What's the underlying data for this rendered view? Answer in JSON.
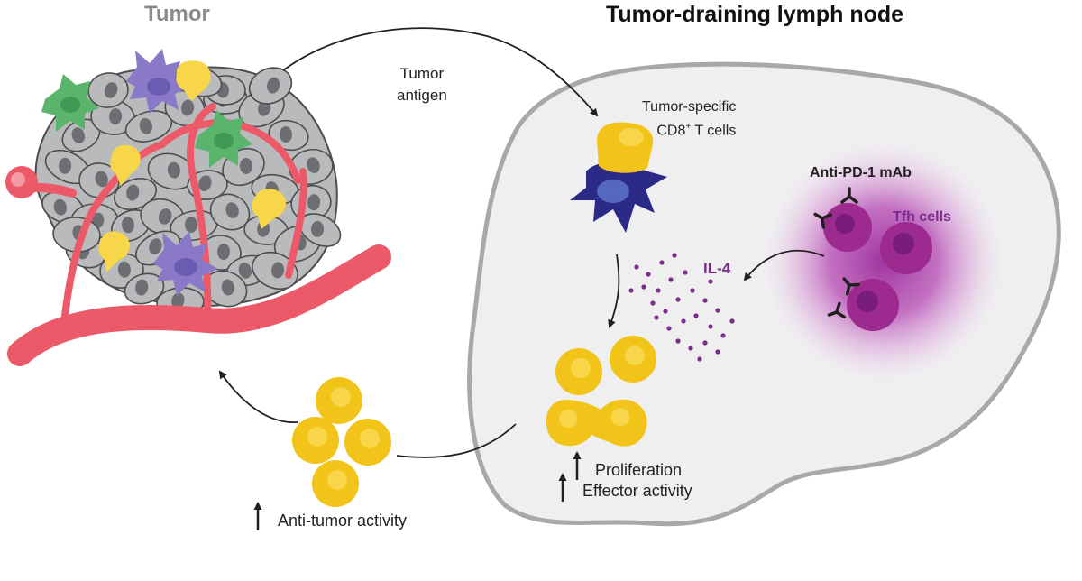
{
  "titles": {
    "tumor": "Tumor",
    "lymph_node": "Tumor-draining lymph node"
  },
  "labels": {
    "tumor_antigen_line1": "Tumor",
    "tumor_antigen_line2": "antigen",
    "cd8_line1": "Tumor-specific",
    "cd8_line2_pre": "CD8",
    "cd8_line2_sup": "+",
    "cd8_line2_post": " T cells",
    "anti_pd1": "Anti-PD-1 mAb",
    "tfh_cells": "Tfh cells",
    "il4": "IL-4",
    "proliferation": "Proliferation",
    "effector_activity": "Effector activity",
    "anti_tumor_activity": "Anti-tumor activity"
  },
  "colors": {
    "tumor_cell": "#b9babc",
    "tumor_nucleus": "#6d6e71",
    "vessel": "#ec5a6a",
    "t_cell": "#f2c318",
    "t_cell_core": "#f7d64a",
    "dendritic_purple": "#8a79c6",
    "dendritic_green": "#5bb46c",
    "dendritic_navy": "#2b2a87",
    "lymph_node_fill": "#efeff0",
    "lymph_node_border": "#a7a8ab",
    "tfh_glow": "#b43fb0",
    "tfh_cell": "#9c2a8f",
    "il4_dots": "#7b2a8d"
  }
}
